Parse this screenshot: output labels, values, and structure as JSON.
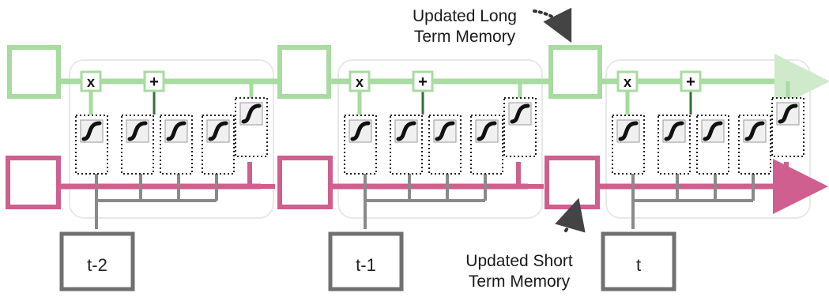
{
  "title": "",
  "annotations": {
    "long_term": [
      "Updated Long",
      "Term Memory"
    ],
    "short_term": [
      "Updated Short",
      "Term Memory"
    ]
  },
  "timesteps": [
    "t-2",
    "t-1",
    "t"
  ],
  "operators": {
    "forget": "x",
    "add": "+"
  },
  "colors": {
    "long_term_line": "#a8dba0",
    "short_term_line": "#cf5f8e",
    "input_line": "#8a8a8a",
    "cell_border": "#e8e8e8",
    "gate_border": "#222222",
    "annotation_arrow": "#333333"
  },
  "gate_icon": "sigmoid-icon"
}
